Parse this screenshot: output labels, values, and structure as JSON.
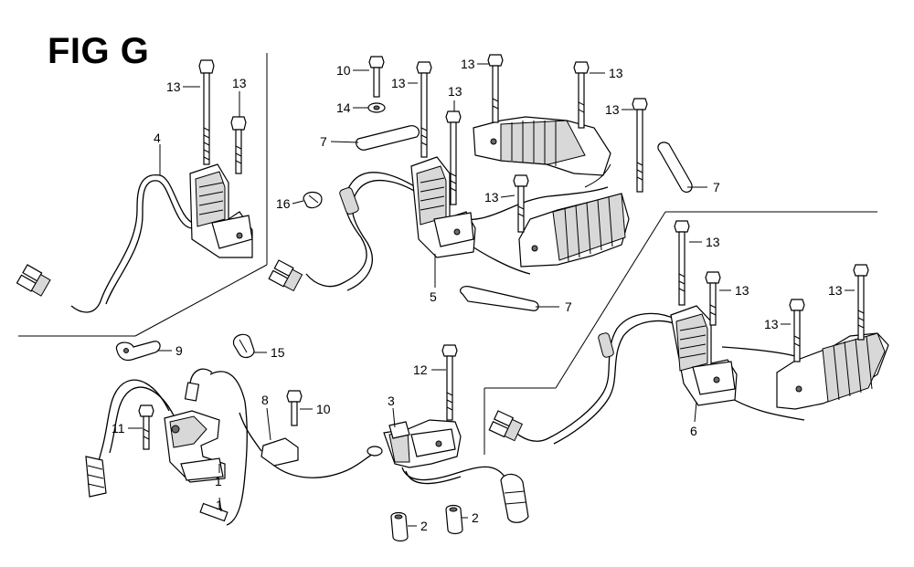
{
  "figure": {
    "title": "FIG G"
  },
  "callouts": [
    {
      "id": "c13a",
      "text": "13"
    },
    {
      "id": "c13b",
      "text": "13"
    },
    {
      "id": "c4",
      "text": "4"
    },
    {
      "id": "c10a",
      "text": "10"
    },
    {
      "id": "c14",
      "text": "14"
    },
    {
      "id": "c7a",
      "text": "7"
    },
    {
      "id": "c13c",
      "text": "13"
    },
    {
      "id": "c13d",
      "text": "13"
    },
    {
      "id": "c13e",
      "text": "13"
    },
    {
      "id": "c13f",
      "text": "13"
    },
    {
      "id": "c13g",
      "text": "13"
    },
    {
      "id": "c7b",
      "text": "7"
    },
    {
      "id": "c16",
      "text": "16"
    },
    {
      "id": "c13h",
      "text": "13"
    },
    {
      "id": "c5",
      "text": "5"
    },
    {
      "id": "c7c",
      "text": "7"
    },
    {
      "id": "c13i",
      "text": "13"
    },
    {
      "id": "c13j",
      "text": "13"
    },
    {
      "id": "c13k",
      "text": "13"
    },
    {
      "id": "c13l",
      "text": "13"
    },
    {
      "id": "c9",
      "text": "9"
    },
    {
      "id": "c15",
      "text": "15"
    },
    {
      "id": "c8",
      "text": "8"
    },
    {
      "id": "c10b",
      "text": "10"
    },
    {
      "id": "c12",
      "text": "12"
    },
    {
      "id": "c3",
      "text": "3"
    },
    {
      "id": "c11",
      "text": "11"
    },
    {
      "id": "c1a",
      "text": "1"
    },
    {
      "id": "c1b",
      "text": "1"
    },
    {
      "id": "c2a",
      "text": "2"
    },
    {
      "id": "c2b",
      "text": "2"
    },
    {
      "id": "c6",
      "text": "6"
    }
  ]
}
